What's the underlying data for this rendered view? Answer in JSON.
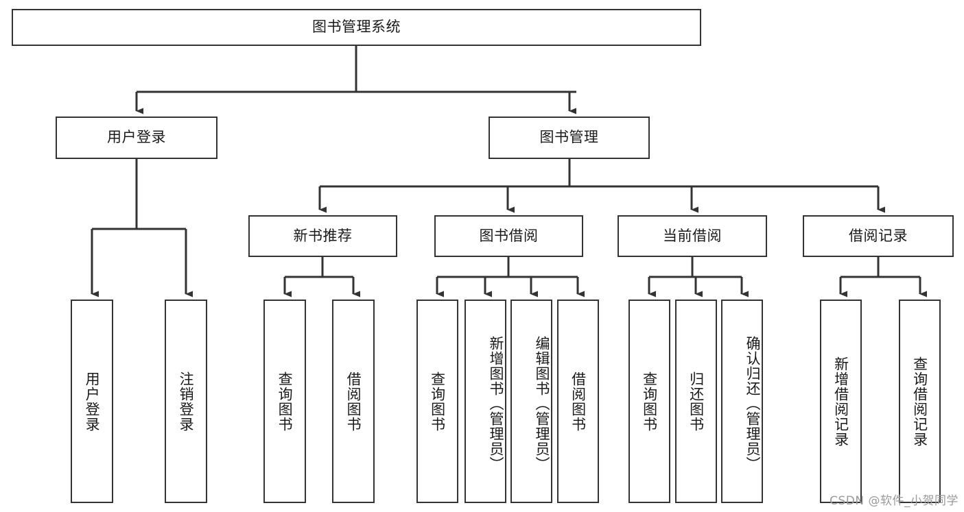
{
  "diagram": {
    "title": "图书管理系统",
    "type": "tree-hierarchy",
    "root": {
      "label": "图书管理系统"
    },
    "level2": [
      {
        "label": "用户登录"
      },
      {
        "label": "图书管理"
      }
    ],
    "level3": [
      {
        "label": "新书推荐"
      },
      {
        "label": "图书借阅"
      },
      {
        "label": "当前借阅"
      },
      {
        "label": "借阅记录"
      }
    ],
    "leaves": {
      "user_login": [
        {
          "label": "用户登录"
        },
        {
          "label": "注销登录"
        }
      ],
      "new_book_recommend": [
        {
          "label": "查询图书"
        },
        {
          "label": "借阅图书"
        }
      ],
      "book_borrow": [
        {
          "label": "查询图书"
        },
        {
          "label": "新增图书（管理员）"
        },
        {
          "label": "编辑图书（管理员）"
        },
        {
          "label": "借阅图书"
        }
      ],
      "current_borrow": [
        {
          "label": "查询图书"
        },
        {
          "label": "归还图书"
        },
        {
          "label": "确认归还（管理员）"
        }
      ],
      "borrow_record": [
        {
          "label": "新增借阅记录"
        },
        {
          "label": "查询借阅记录"
        }
      ]
    }
  },
  "watermark": {
    "text": "CSDN @软件_小贺同学"
  },
  "colors": {
    "stroke": "#333333",
    "background": "#ffffff",
    "text": "#1a1a1a",
    "watermark": "#9a9a9a"
  }
}
